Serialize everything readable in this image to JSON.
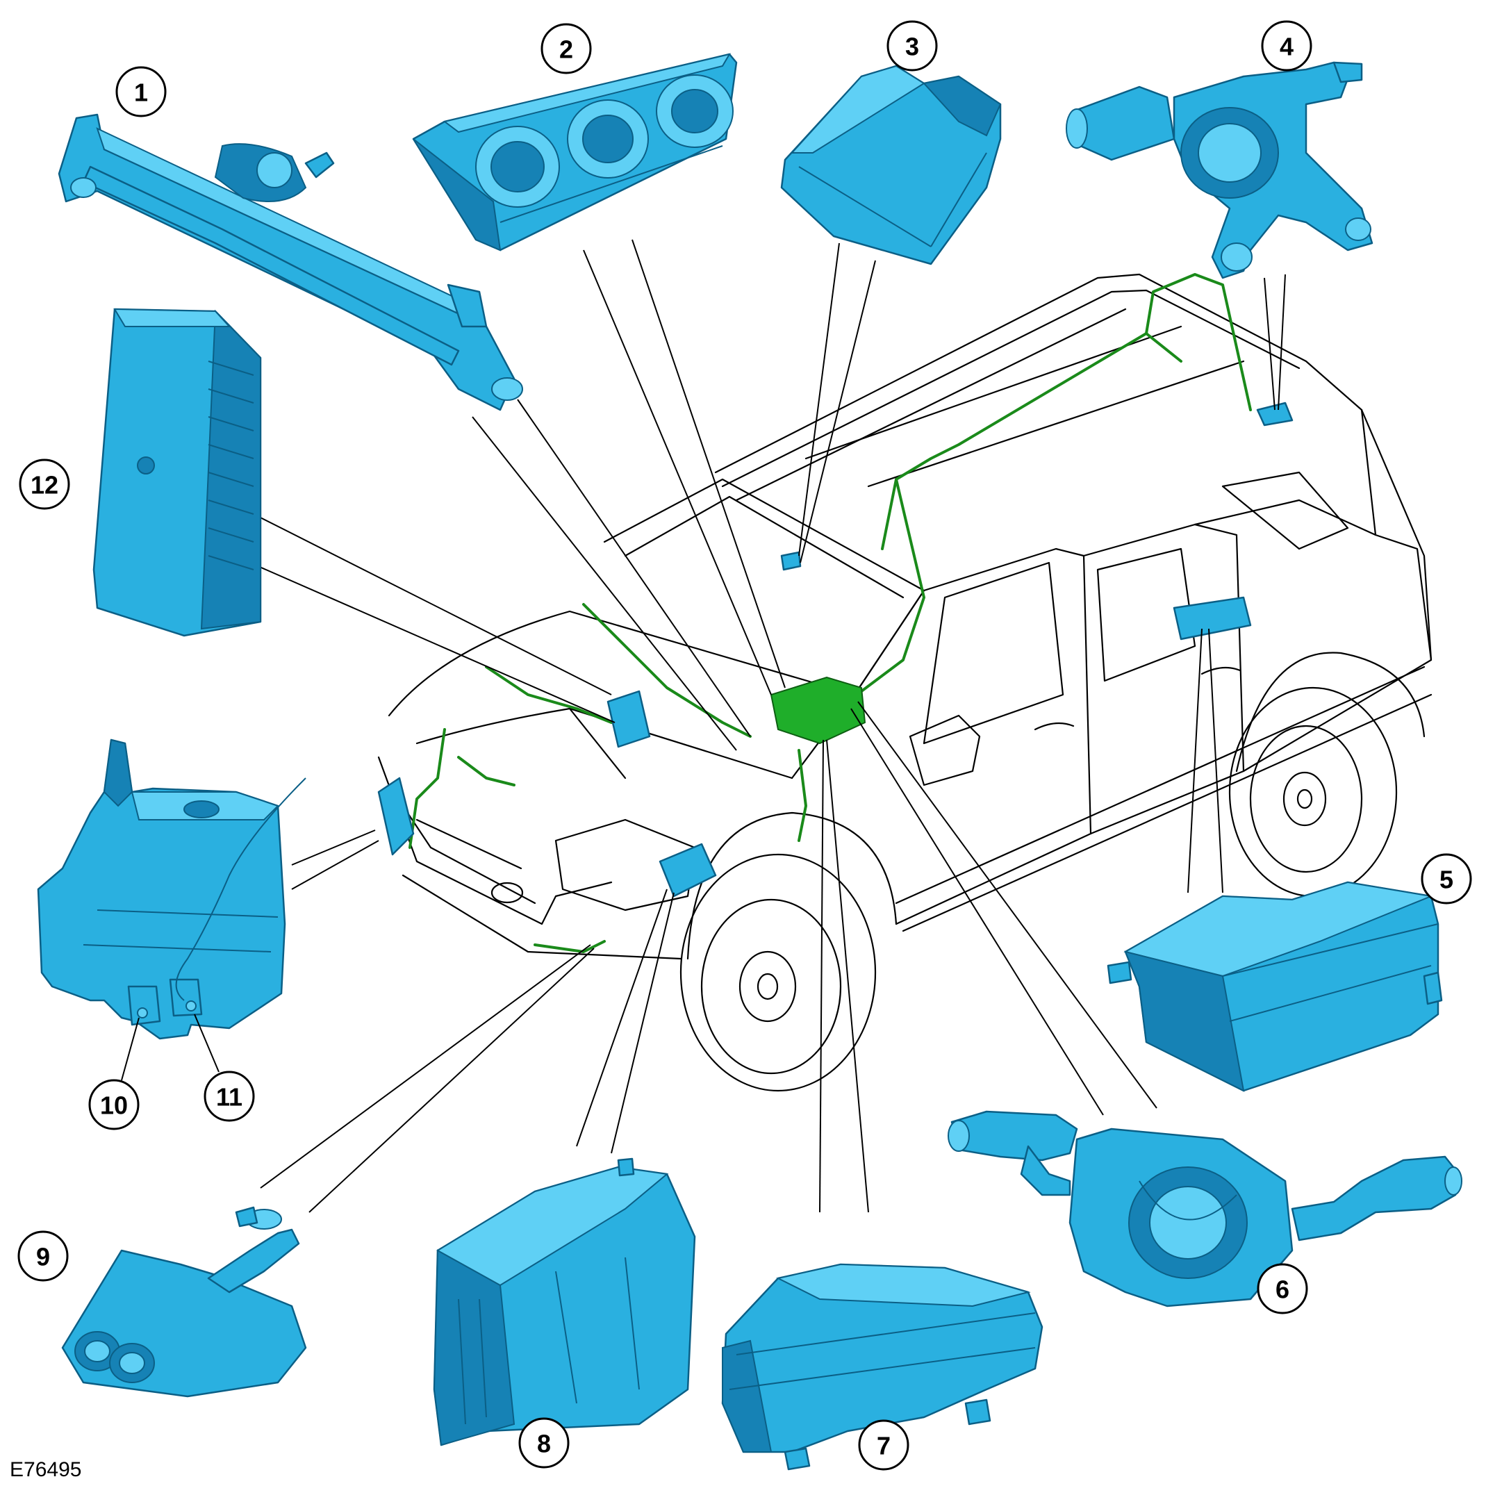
{
  "figure_id": "E76495",
  "callouts": [
    {
      "number": "1"
    },
    {
      "number": "2"
    },
    {
      "number": "3"
    },
    {
      "number": "4"
    },
    {
      "number": "5"
    },
    {
      "number": "6"
    },
    {
      "number": "7"
    },
    {
      "number": "8"
    },
    {
      "number": "9"
    },
    {
      "number": "10"
    },
    {
      "number": "11"
    },
    {
      "number": "12"
    }
  ],
  "colors": {
    "component_fill": "#2ab0e0",
    "component_outline": "#0b5f86",
    "harness": "#1a8a1a",
    "line": "#000000",
    "background": "#ffffff"
  }
}
